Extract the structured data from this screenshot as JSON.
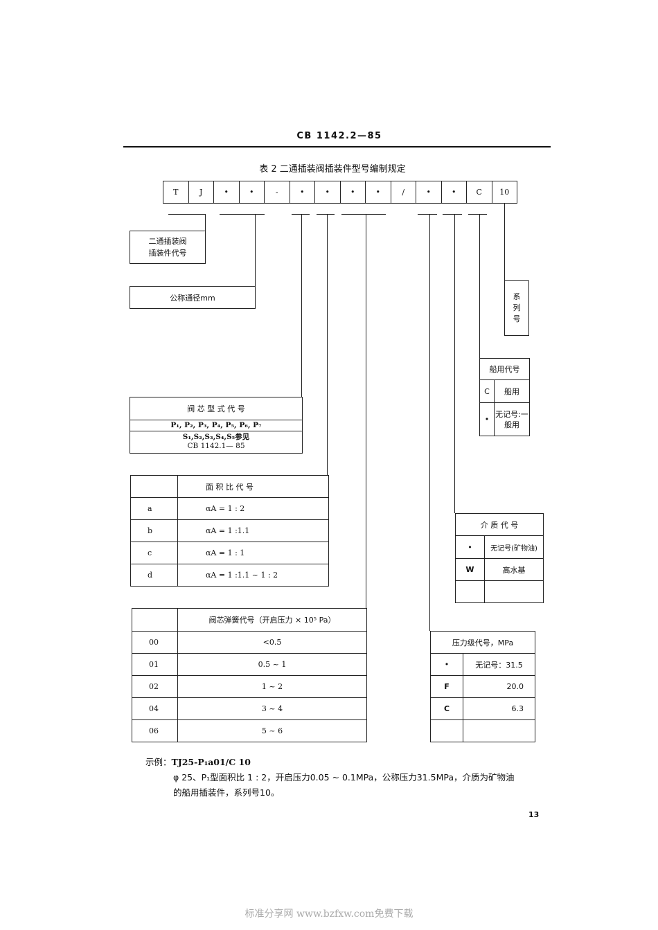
{
  "doc": {
    "header": "CB 1142.2—85",
    "table_title": "表 2  二通插装阀插装件型号编制规定",
    "page_number": "13",
    "watermark": "标准分享网 www.bzfxw.com免费下载"
  },
  "code_row": [
    "T",
    "J",
    "•",
    "•",
    "-",
    "•",
    "•",
    "•",
    "•",
    "/",
    "•",
    "•",
    "C",
    "10"
  ],
  "boxes": {
    "cartridge_code": {
      "line1": "二通插装阀",
      "line2": "插装件代号"
    },
    "nominal_diameter": "公称通径mm",
    "series_number": [
      "系",
      "列",
      "号"
    ]
  },
  "spool_type": {
    "title": "阀 芯 型 式 代 号",
    "p_row": "P₁, P₂, P₃, P₄, P₅, P₆, P₇",
    "s_row": "S₁,S₂,S₃,S₄,S₅参见",
    "ref": "CB 1142.1— 85"
  },
  "area_ratio": {
    "title": "面 积 比 代 号",
    "rows": [
      {
        "code": "a",
        "value": "αA = 1 : 2"
      },
      {
        "code": "b",
        "value": "αA = 1 :1.1"
      },
      {
        "code": "c",
        "value": "αA = 1 : 1"
      },
      {
        "code": "d",
        "value": "αA = 1 :1.1 ~ 1 : 2"
      }
    ]
  },
  "spring": {
    "title": "阀芯弹簧代号（开启压力 × 10⁵ Pa）",
    "rows": [
      {
        "code": "00",
        "value": "<0.5"
      },
      {
        "code": "01",
        "value": "0.5 ~ 1"
      },
      {
        "code": "02",
        "value": "1 ~ 2"
      },
      {
        "code": "04",
        "value": "3 ~ 4"
      },
      {
        "code": "06",
        "value": "5 ~ 6"
      }
    ]
  },
  "marine": {
    "title": "船用代号",
    "rows": [
      {
        "code": "C",
        "value": "船用"
      },
      {
        "code": "•",
        "value": "无记号:一般用"
      }
    ]
  },
  "medium": {
    "title": "介 质 代 号",
    "rows": [
      {
        "code": "•",
        "value": "无记号(矿物油)"
      },
      {
        "code": "W",
        "value": "高水基"
      },
      {
        "code": "",
        "value": ""
      }
    ]
  },
  "pressure": {
    "title": "压力级代号，MPa",
    "rows": [
      {
        "code": "•",
        "value": "无记号：31.5"
      },
      {
        "code": "F",
        "value": "20.0"
      },
      {
        "code": "C",
        "value": "6.3"
      },
      {
        "code": "",
        "value": ""
      }
    ]
  },
  "example": {
    "label": "示例：",
    "code": "TJ25-P₁a01/C 10",
    "line2": "φ 25、P₁型面积比 1 : 2，开启压力0.05 ~ 0.1MPa，公称压力31.5MPa，介质为矿物油",
    "line3": "的船用插装件，系列号10。"
  }
}
